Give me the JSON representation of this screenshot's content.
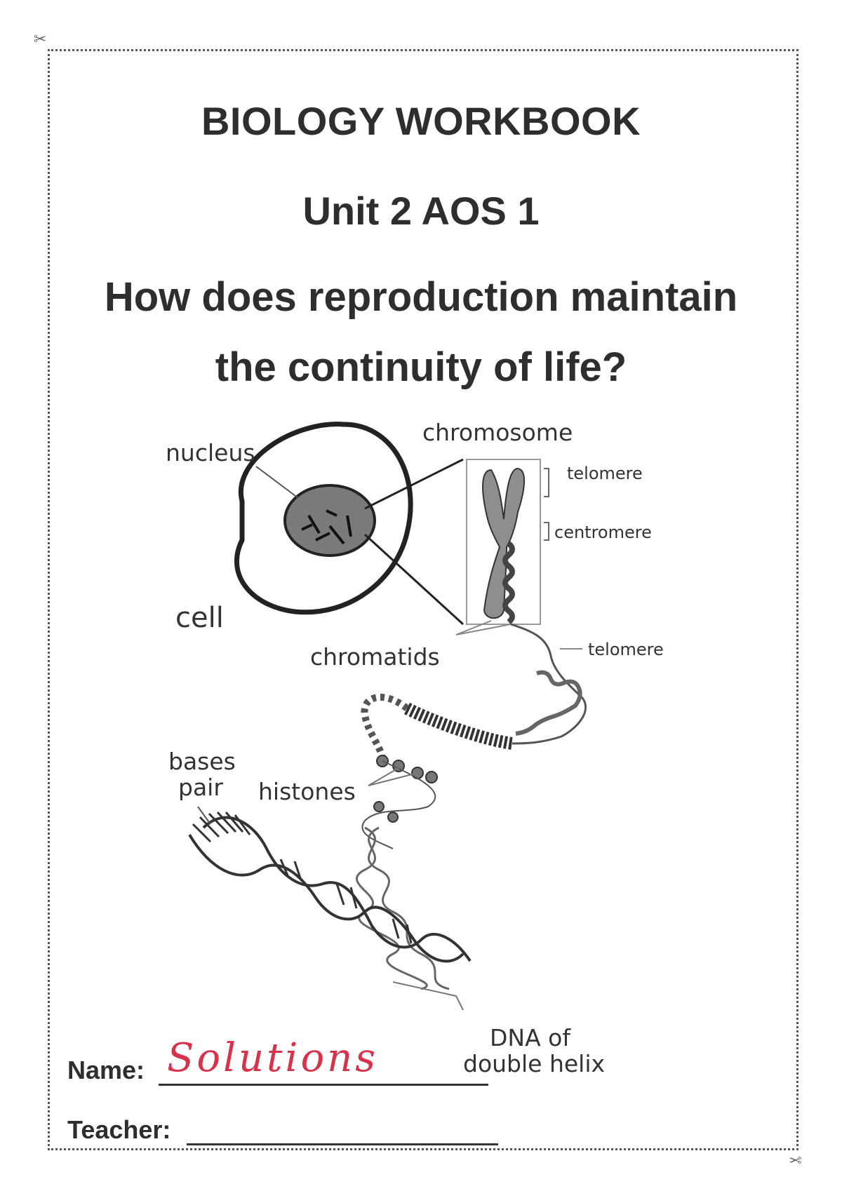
{
  "title": "BIOLOGY WORKBOOK",
  "unit": "Unit 2 AOS 1",
  "question_line1": "How does reproduction maintain",
  "question_line2": "the continuity of life?",
  "diagram": {
    "nucleus": "nucleus",
    "cell": "cell",
    "chromosome": "chromosome",
    "telomere_top": "telomere",
    "centromere": "centromere",
    "telomere_bottom": "telomere",
    "chromatids": "chromatids",
    "bases_pair_line1": "bases",
    "bases_pair_line2": "pair",
    "histones": "histones",
    "dna_line1": "DNA of",
    "dna_line2": "double helix"
  },
  "form": {
    "name_label": "Name:",
    "name_value": "Solutions",
    "teacher_label": "Teacher:"
  },
  "colors": {
    "handwriting": "#d8324a"
  }
}
